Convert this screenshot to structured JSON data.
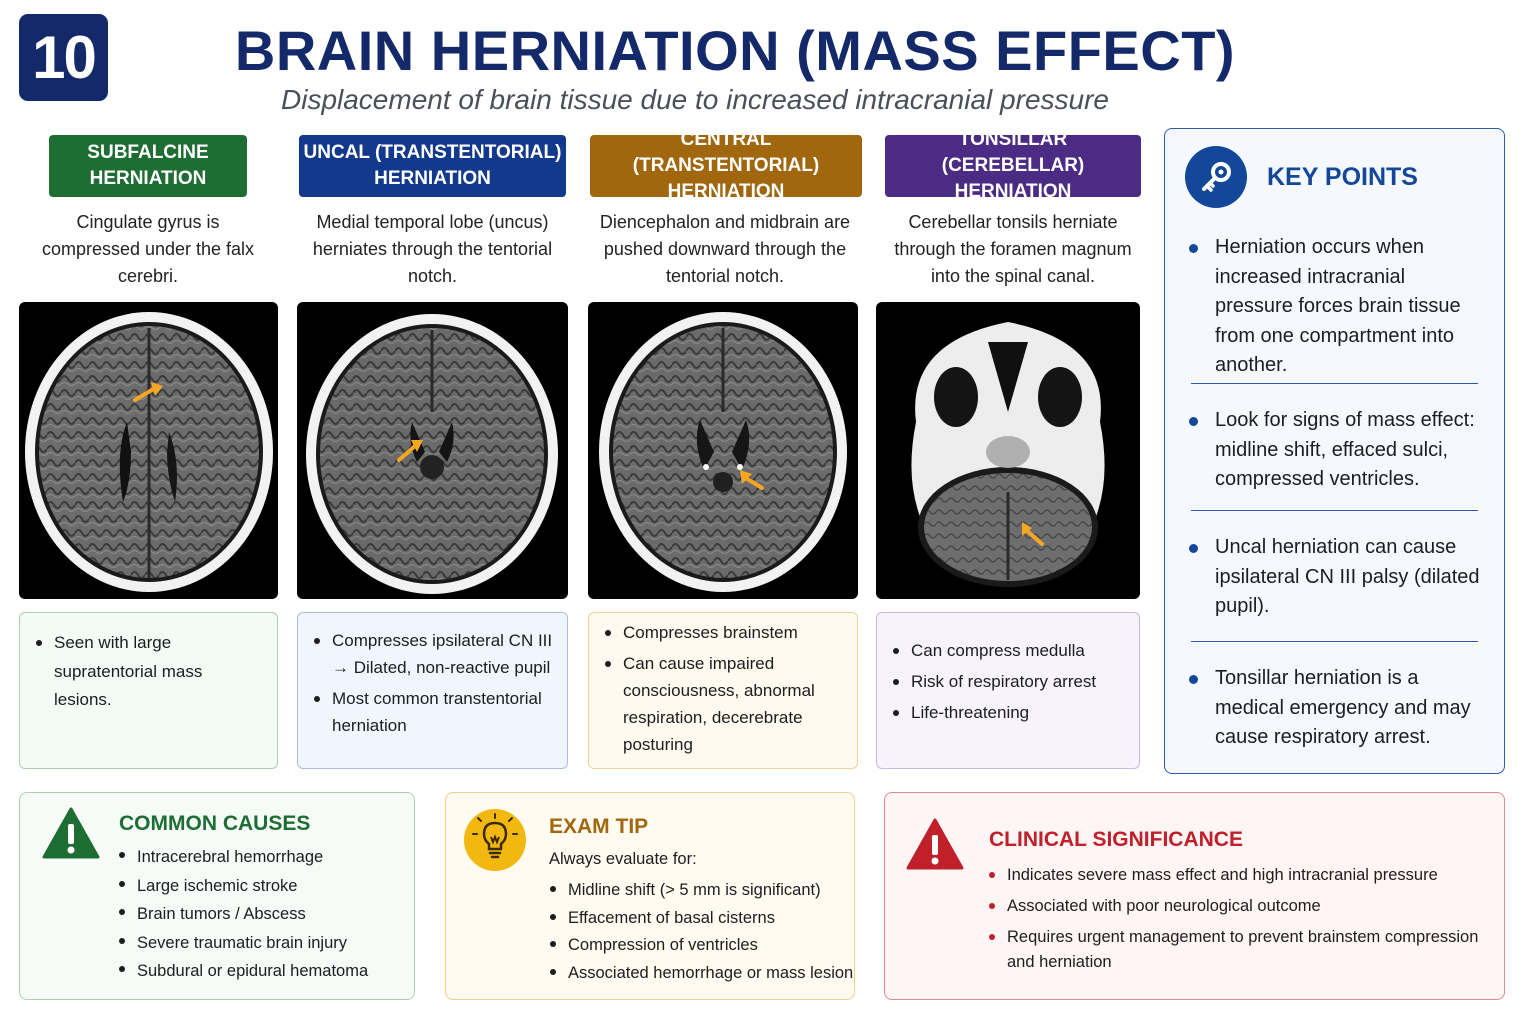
{
  "badge": "10",
  "title": "BRAIN HERNIATION (MASS EFFECT)",
  "subtitle": "Displacement of brain tissue due to increased intracranial pressure",
  "columns": [
    {
      "header": [
        "SUBFALCINE",
        "HERNIATION"
      ],
      "color": "#1e6e34",
      "description": "Cingulate gyrus is compressed under the falx cerebri.",
      "bullets": [
        "Seen with large supratentorial mass lesions."
      ]
    },
    {
      "header": [
        "UNCAL (TRANSTENTORIAL)",
        "HERNIATION"
      ],
      "color": "#13398c",
      "description": "Medial temporal lobe (uncus) herniates through the tentorial notch.",
      "bullets": [
        "Compresses ipsilateral CN III → Dilated, non-reactive pupil",
        "Most common transtentorial herniation"
      ]
    },
    {
      "header": [
        "CENTRAL (TRANSTENTORIAL)",
        "HERNIATION"
      ],
      "color": "#a0670f",
      "description": "Diencephalon and midbrain are pushed downward through the tentorial notch.",
      "bullets": [
        "Compresses brainstem",
        "Can cause impaired consciousness, abnormal respiration, decerebrate posturing"
      ]
    },
    {
      "header": [
        "TONSILLAR (CEREBELLAR)",
        "HERNIATION"
      ],
      "color": "#4b2b84",
      "description": "Cerebellar tonsils herniate through the foramen magnum into the spinal canal.",
      "bullets": [
        "Can compress medulla",
        "Risk of respiratory arrest",
        "Life-threatening"
      ]
    }
  ],
  "key_points": {
    "title": "KEY POINTS",
    "icon": "key-icon",
    "items": [
      "Herniation occurs when increased intracranial pressure forces brain tissue from one compartment into another.",
      "Look for signs of mass effect: midline shift, effaced sulci, compressed ventricles.",
      "Uncal herniation can cause ipsilateral CN III palsy (dilated pupil).",
      "Tonsillar herniation is a medical emergency and may cause respiratory arrest."
    ]
  },
  "common_causes": {
    "title": "COMMON CAUSES",
    "icon": "warning-icon",
    "items": [
      "Intracerebral hemorrhage",
      "Large ischemic stroke",
      "Brain tumors / Abscess",
      "Severe traumatic brain injury",
      "Subdural or epidural hematoma"
    ]
  },
  "exam_tip": {
    "title": "EXAM TIP",
    "icon": "lightbulb-icon",
    "intro": "Always evaluate for:",
    "items": [
      "Midline shift (> 5 mm is significant)",
      "Effacement of basal cisterns",
      "Compression of ventricles",
      "Associated hemorrhage or mass lesion"
    ]
  },
  "clinical_significance": {
    "title": "CLINICAL SIGNIFICANCE",
    "icon": "alert-icon",
    "items": [
      "Indicates severe mass effect and high intracranial pressure",
      "Associated with poor neurological outcome",
      "Requires urgent management to prevent brainstem compression and herniation"
    ]
  },
  "colors": {
    "navy": "#13296a",
    "green": "#1e6e34",
    "blue": "#13398c",
    "gold": "#a0670f",
    "purple": "#4b2b84",
    "red": "#c0202a",
    "arrow": "#f5a623"
  }
}
